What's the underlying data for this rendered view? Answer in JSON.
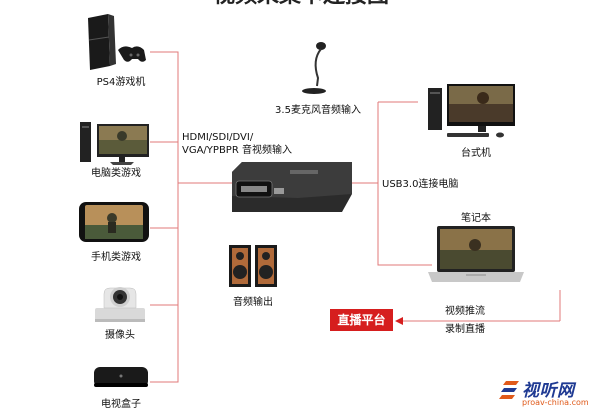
{
  "header_partial": "视频采集卡连接图",
  "sources": [
    {
      "label": "PS4游戏机",
      "icon": "game-console-icon"
    },
    {
      "label": "电脑类游戏",
      "icon": "pc-icon"
    },
    {
      "label": "手机类游戏",
      "icon": "smartphone-icon"
    },
    {
      "label": "摄像头",
      "icon": "ptz-camera-icon"
    },
    {
      "label": "电视盒子",
      "icon": "tv-box-icon"
    }
  ],
  "input_label_line1": "HDMI/SDI/DVI/",
  "input_label_line2": "VGA/YPBPR 音视频输入",
  "mic_label": "3.5麦克风音频输入",
  "speaker_label": "音频输出",
  "usb_label": "USB3.0连接电脑",
  "desktop_label": "台式机",
  "laptop_label": "笔记本",
  "live_platform_label": "直播平台",
  "stream_line1": "视频推流",
  "stream_line2": "录制直播",
  "watermark_main": "视听网",
  "watermark_sub": "proav-china.com",
  "colors": {
    "line": "#e07a7a",
    "live_bg": "#d61e1e",
    "arrow": "#d61e1e",
    "brand": "#1f3a93"
  }
}
